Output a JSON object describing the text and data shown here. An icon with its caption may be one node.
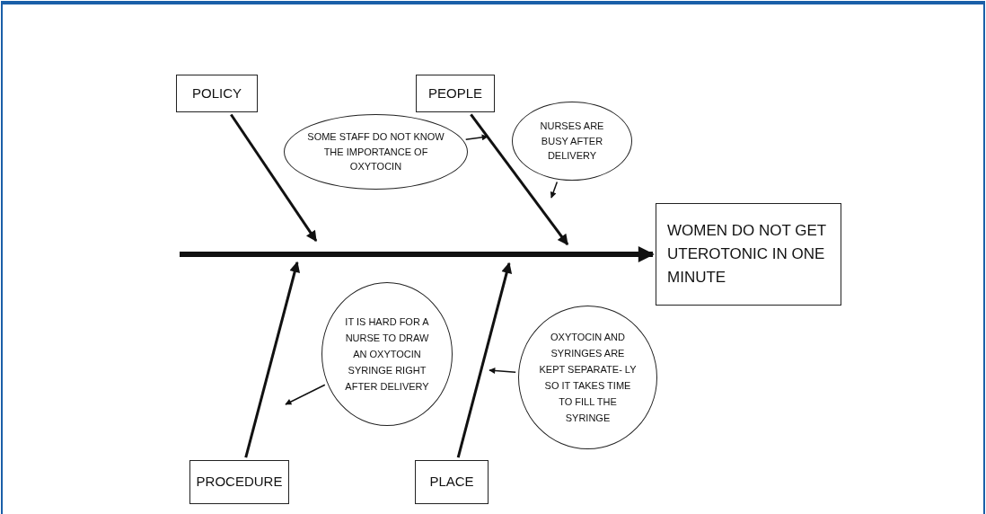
{
  "diagram": {
    "nodes": [
      {
        "text": [
          "POLICY"
        ]
      },
      {
        "text": [
          "PEOPLE"
        ]
      },
      {
        "text": [
          "SOME STAFF DO NOT KNOW THE IMPORTANCE OF OXYTOCIN"
        ]
      },
      {
        "text": [
          "NURSES ARE BUSY AFTER DELIVERY"
        ]
      },
      {
        "text": [
          "WOMEN DO NOT GET UTEROTONIC IN ONE MINUTE"
        ]
      },
      {
        "text": [
          "IT IS HARD FOR A NURSE TO DRAW AN OXYTOCIN SYRINGE RIGHT AFTER DELIVERY"
        ]
      },
      {
        "text": [
          "OXYTOCIN AND SYRINGES ARE KEPT SEPARATE- LY SO IT TAKES TIME TO FILL THE SYRINGE"
        ]
      },
      {
        "text": [
          "PROCEDURE"
        ]
      },
      {
        "text": [
          "PLACE"
        ]
      }
    ],
    "edges": [
      {
        "from": null,
        "to": 4,
        "arrow": "to",
        "style": "thick"
      },
      {
        "from": 0,
        "to": null,
        "arrow": "to"
      },
      {
        "from": 1,
        "to": null,
        "arrow": "to"
      },
      {
        "from": 7,
        "to": null,
        "arrow": "to"
      },
      {
        "from": 8,
        "to": null,
        "arrow": "to"
      },
      {
        "from": 2,
        "to": null,
        "arrow": "to"
      },
      {
        "from": 3,
        "to": null,
        "arrow": "to"
      },
      {
        "from": 5,
        "to": null,
        "arrow": "to"
      },
      {
        "from": 6,
        "to": null,
        "arrow": "to"
      }
    ]
  }
}
